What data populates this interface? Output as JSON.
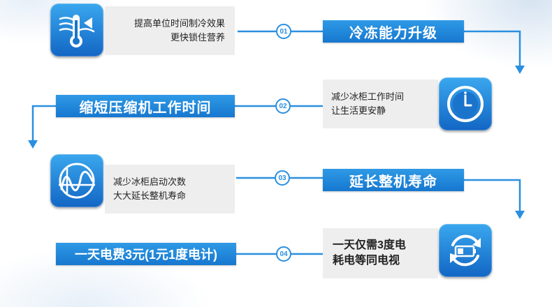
{
  "step1": {
    "number": "01",
    "title": "冷冻能力升级",
    "desc_line1": "提高单位时间制冷效果",
    "desc_line2": "更快锁住营养",
    "icon": "thermometer-icon"
  },
  "step2": {
    "number": "02",
    "title": "缩短压缩机工作时间",
    "desc_line1": "减少冰柜工作时间",
    "desc_line2": "让生活更安静",
    "icon": "clock-icon"
  },
  "step3": {
    "number": "03",
    "title": "延长整机寿命",
    "desc_line1": "减少冰柜启动次数",
    "desc_line2": "大大延长整机寿命",
    "icon": "waveform-icon"
  },
  "step4": {
    "number": "04",
    "title": "一天电费3元(1元1度电计)",
    "desc_line1": "一天仅需3度电",
    "desc_line2": "耗电等同电视",
    "icon": "battery-cycle-icon"
  },
  "colors": {
    "accent": "#1c86db",
    "banner": "#1677cf",
    "panel": "#eeeeee"
  }
}
